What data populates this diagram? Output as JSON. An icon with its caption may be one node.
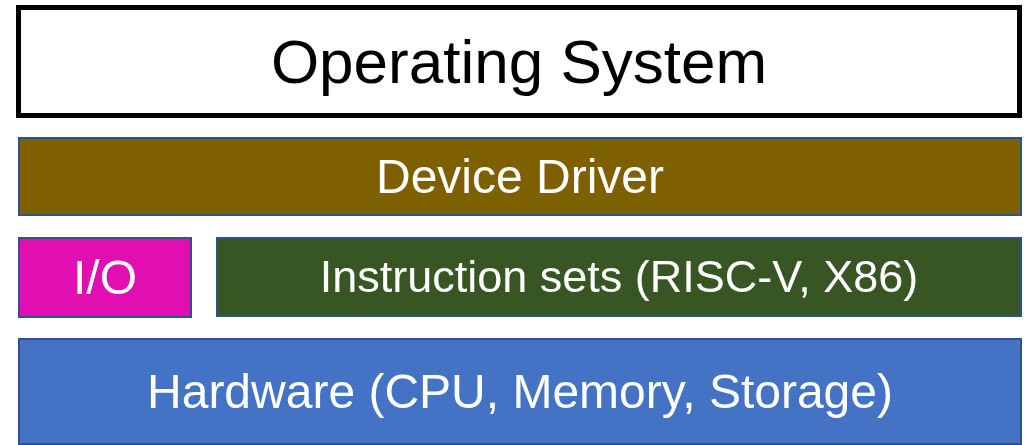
{
  "diagram": {
    "nodes": [
      {
        "text": [
          "Operating System"
        ]
      },
      {
        "text": [
          "Device Driver"
        ]
      },
      {
        "text": [
          "I/O"
        ]
      },
      {
        "text": [
          "Instruction sets (RISC-V, X86)"
        ]
      },
      {
        "text": [
          "Hardware (CPU, Memory, Storage)"
        ]
      }
    ]
  }
}
